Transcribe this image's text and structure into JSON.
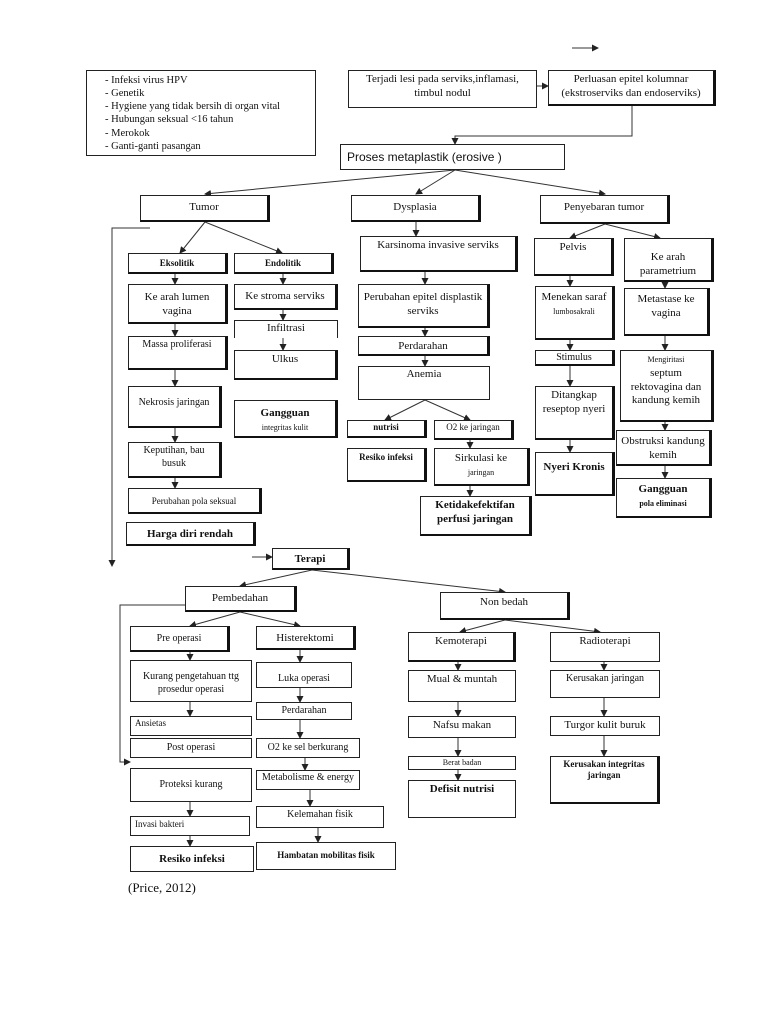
{
  "legend_arrow": "→",
  "risk_factors": [
    "Infeksi virus HPV",
    "Genetik",
    "Hygiene yang tidak bersih di organ vital",
    "Hubungan seksual <16 tahun",
    "Merokok",
    "Ganti-ganti pasangan"
  ],
  "nodes": {
    "lesi": "Terjadi lesi pada serviks,inflamasi, timbul nodul",
    "perluasan": "Perluasan epitel kolumnar (ekstroserviks dan endoserviks)",
    "metaplastik": "Proses metaplastik (erosive )",
    "tumor": "Tumor",
    "dysplasia": "Dysplasia",
    "penyebaran": "Penyebaran tumor",
    "eksolitik": "Eksolitik",
    "endolitik": "Endolitik",
    "karsinoma": "Karsinoma invasive serviks",
    "pelvis": "Pelvis",
    "parametrium": "Ke arah parametrium",
    "lumen": "Ke arah lumen vagina",
    "stroma": "Ke stroma serviks",
    "perubahan_epitel": "Perubahan epitel displastik serviks",
    "menekan": "Menekan saraf",
    "menekan_sub": "lumbosakrali",
    "metastase": "Metastase ke vagina",
    "massa": "Massa proliferasi",
    "infiltrasi": "Infiltrasi",
    "ulkus": "Ulkus",
    "perdarahan1": "Perdarahan",
    "anemia": "Anemia",
    "stimulus": "Stimulus",
    "mengiritasi": "Mengiritasi",
    "septum": "septum rektovagina dan kandung kemih",
    "nekrosis": "Nekrosis jaringan",
    "gangguan_integritas": "Gangguan",
    "gangguan_integritas_sub": "integritas kulit",
    "nutrisi": "nutrisi",
    "oksigen": "O2 ke jaringan",
    "ditangkap": "Ditangkap reseptop nyeri",
    "obstruksi": "Obstruksi kandung kemih",
    "keputihan": "Keputihan, bau busuk",
    "resiko_infeksi1": "Resiko infeksi",
    "sirkulasi": "Sirkulasi ke",
    "sirkulasi_sub": "jaringan",
    "nyeri_kronis": "Nyeri Kronis",
    "gangguan_eliminasi": "Gangguan",
    "gangguan_eliminasi_sub": "pola eliminasi",
    "perubahan_pola": "Perubahan pola seksual",
    "ketidakefektifan": "Ketidakefektifan perfusi jaringan",
    "harga_diri": "Harga diri rendah",
    "terapi": "Terapi",
    "pembedahan": "Pembedahan",
    "non_bedah": "Non bedah",
    "pre_operasi": "Pre operasi",
    "histerektomi": "Histerektomi",
    "kemoterapi": "Kemoterapi",
    "radioterapi": "Radioterapi",
    "kurang_pengetahuan": "Kurang pengetahuan ttg prosedur operasi",
    "luka_operasi": "Luka operasi",
    "mual": "Mual & muntah",
    "kerusakan_jaringan": "Kerusakan jaringan",
    "perdarahan2": "Perdarahan",
    "ansietas": "Ansietas",
    "post_operasi": "Post operasi",
    "o2_sel": "O2 ke sel berkurang",
    "nafsu_makan": "Nafsu makan",
    "turgor": "Turgor kulit buruk",
    "metabolisme": "Metabolisme & energy",
    "berat_badan": "Berat badan",
    "defisit_nutrisi": "Defisit nutrisi",
    "kerusakan_integritas": "Kerusakan integritas jaringan",
    "proteksi": "Proteksi kurang",
    "kelemahan": "Kelemahan fisik",
    "invasi": "Invasi bakteri",
    "resiko_infeksi2": "Resiko infeksi",
    "hambatan": "Hambatan mobilitas fisik"
  },
  "citation": "(Price, 2012)"
}
